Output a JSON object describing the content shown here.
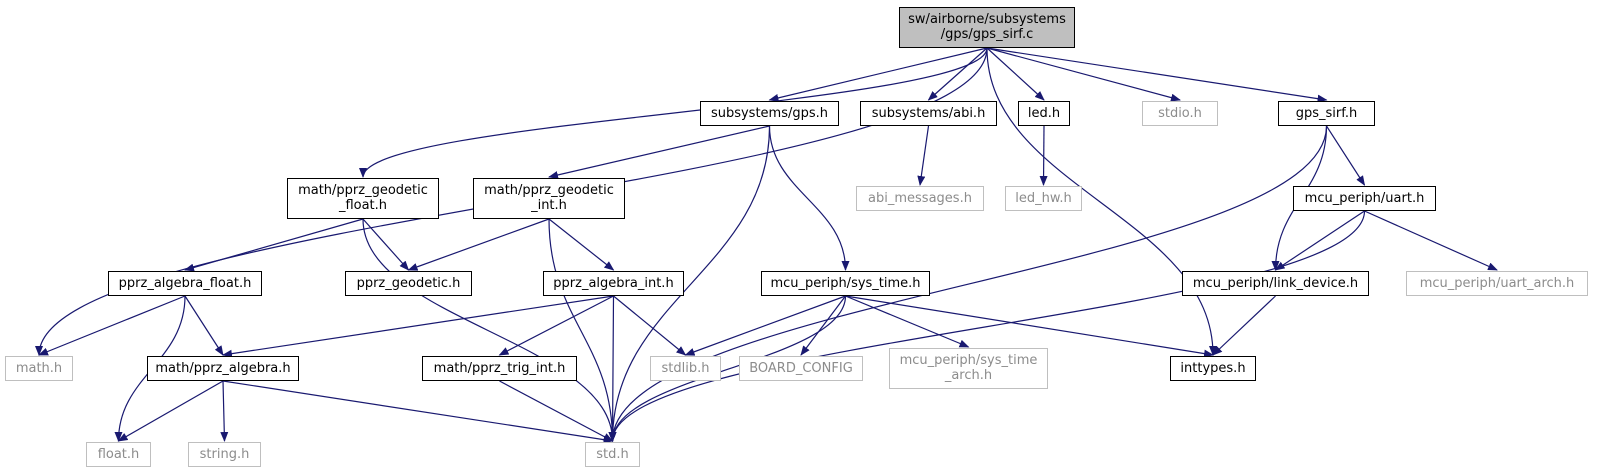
{
  "colors": {
    "edge": "#191970",
    "root_fill": "#bfbfbf",
    "external_border": "#bfbfbf",
    "external_text": "#8c8c8c"
  },
  "nodes": [
    {
      "id": "gps_sirf_c",
      "lines": [
        "sw/airborne/subsystems",
        "/gps/gps_sirf.c"
      ],
      "kind": "root"
    },
    {
      "id": "subsystems_gps_h",
      "lines": [
        "subsystems/gps.h"
      ],
      "kind": "normal"
    },
    {
      "id": "subsystems_abi_h",
      "lines": [
        "subsystems/abi.h"
      ],
      "kind": "normal"
    },
    {
      "id": "led_h",
      "lines": [
        "led.h"
      ],
      "kind": "normal"
    },
    {
      "id": "stdio_h",
      "lines": [
        "stdio.h"
      ],
      "kind": "external"
    },
    {
      "id": "gps_sirf_h",
      "lines": [
        "gps_sirf.h"
      ],
      "kind": "normal"
    },
    {
      "id": "pprz_geodetic_float_h",
      "lines": [
        "math/pprz_geodetic",
        "_float.h"
      ],
      "kind": "normal"
    },
    {
      "id": "pprz_geodetic_int_h",
      "lines": [
        "math/pprz_geodetic",
        "_int.h"
      ],
      "kind": "normal"
    },
    {
      "id": "abi_messages_h",
      "lines": [
        "abi_messages.h"
      ],
      "kind": "external"
    },
    {
      "id": "led_hw_h",
      "lines": [
        "led_hw.h"
      ],
      "kind": "external"
    },
    {
      "id": "uart_h",
      "lines": [
        "mcu_periph/uart.h"
      ],
      "kind": "normal"
    },
    {
      "id": "pprz_algebra_float_h",
      "lines": [
        "pprz_algebra_float.h"
      ],
      "kind": "normal"
    },
    {
      "id": "pprz_geodetic_h",
      "lines": [
        "pprz_geodetic.h"
      ],
      "kind": "normal"
    },
    {
      "id": "pprz_algebra_int_h",
      "lines": [
        "pprz_algebra_int.h"
      ],
      "kind": "normal"
    },
    {
      "id": "sys_time_h",
      "lines": [
        "mcu_periph/sys_time.h"
      ],
      "kind": "normal"
    },
    {
      "id": "link_device_h",
      "lines": [
        "mcu_periph/link_device.h"
      ],
      "kind": "normal"
    },
    {
      "id": "uart_arch_h",
      "lines": [
        "mcu_periph/uart_arch.h"
      ],
      "kind": "external"
    },
    {
      "id": "math_h",
      "lines": [
        "math.h"
      ],
      "kind": "external"
    },
    {
      "id": "pprz_algebra_h",
      "lines": [
        "math/pprz_algebra.h"
      ],
      "kind": "normal"
    },
    {
      "id": "pprz_trig_int_h",
      "lines": [
        "math/pprz_trig_int.h"
      ],
      "kind": "normal"
    },
    {
      "id": "stdlib_h",
      "lines": [
        "stdlib.h"
      ],
      "kind": "external"
    },
    {
      "id": "board_config",
      "lines": [
        "BOARD_CONFIG"
      ],
      "kind": "external"
    },
    {
      "id": "sys_time_arch_h",
      "lines": [
        "mcu_periph/sys_time",
        "_arch.h"
      ],
      "kind": "external"
    },
    {
      "id": "inttypes_h",
      "lines": [
        "inttypes.h"
      ],
      "kind": "normal"
    },
    {
      "id": "float_h",
      "lines": [
        "float.h"
      ],
      "kind": "external"
    },
    {
      "id": "string_h",
      "lines": [
        "string.h"
      ],
      "kind": "external"
    },
    {
      "id": "std_h",
      "lines": [
        "std.h"
      ],
      "kind": "external"
    }
  ],
  "edges": [
    [
      "gps_sirf_c",
      "subsystems_gps_h"
    ],
    [
      "gps_sirf_c",
      "subsystems_abi_h"
    ],
    [
      "gps_sirf_c",
      "led_h"
    ],
    [
      "gps_sirf_c",
      "stdio_h"
    ],
    [
      "gps_sirf_c",
      "gps_sirf_h"
    ],
    [
      "gps_sirf_c",
      "pprz_geodetic_float_h"
    ],
    [
      "gps_sirf_c",
      "math_h"
    ],
    [
      "gps_sirf_c",
      "inttypes_h"
    ],
    [
      "subsystems_gps_h",
      "pprz_geodetic_int_h"
    ],
    [
      "subsystems_gps_h",
      "sys_time_h"
    ],
    [
      "subsystems_gps_h",
      "std_h"
    ],
    [
      "subsystems_abi_h",
      "abi_messages_h"
    ],
    [
      "led_h",
      "led_hw_h"
    ],
    [
      "gps_sirf_h",
      "uart_h"
    ],
    [
      "gps_sirf_h",
      "link_device_h"
    ],
    [
      "gps_sirf_h",
      "std_h"
    ],
    [
      "pprz_geodetic_float_h",
      "pprz_algebra_float_h"
    ],
    [
      "pprz_geodetic_float_h",
      "pprz_geodetic_h"
    ],
    [
      "pprz_geodetic_float_h",
      "std_h"
    ],
    [
      "pprz_geodetic_int_h",
      "pprz_geodetic_h"
    ],
    [
      "pprz_geodetic_int_h",
      "pprz_algebra_int_h"
    ],
    [
      "pprz_geodetic_int_h",
      "std_h"
    ],
    [
      "uart_h",
      "link_device_h"
    ],
    [
      "uart_h",
      "uart_arch_h"
    ],
    [
      "uart_h",
      "std_h"
    ],
    [
      "pprz_algebra_float_h",
      "math_h"
    ],
    [
      "pprz_algebra_float_h",
      "pprz_algebra_h"
    ],
    [
      "pprz_algebra_float_h",
      "float_h"
    ],
    [
      "pprz_algebra_int_h",
      "pprz_algebra_h"
    ],
    [
      "pprz_algebra_int_h",
      "pprz_trig_int_h"
    ],
    [
      "pprz_algebra_int_h",
      "stdlib_h"
    ],
    [
      "pprz_algebra_int_h",
      "std_h"
    ],
    [
      "sys_time_h",
      "stdlib_h"
    ],
    [
      "sys_time_h",
      "board_config"
    ],
    [
      "sys_time_h",
      "sys_time_arch_h"
    ],
    [
      "sys_time_h",
      "inttypes_h"
    ],
    [
      "sys_time_h",
      "std_h"
    ],
    [
      "link_device_h",
      "inttypes_h"
    ],
    [
      "pprz_algebra_h",
      "float_h"
    ],
    [
      "pprz_algebra_h",
      "string_h"
    ],
    [
      "pprz_algebra_h",
      "std_h"
    ],
    [
      "pprz_trig_int_h",
      "std_h"
    ]
  ]
}
